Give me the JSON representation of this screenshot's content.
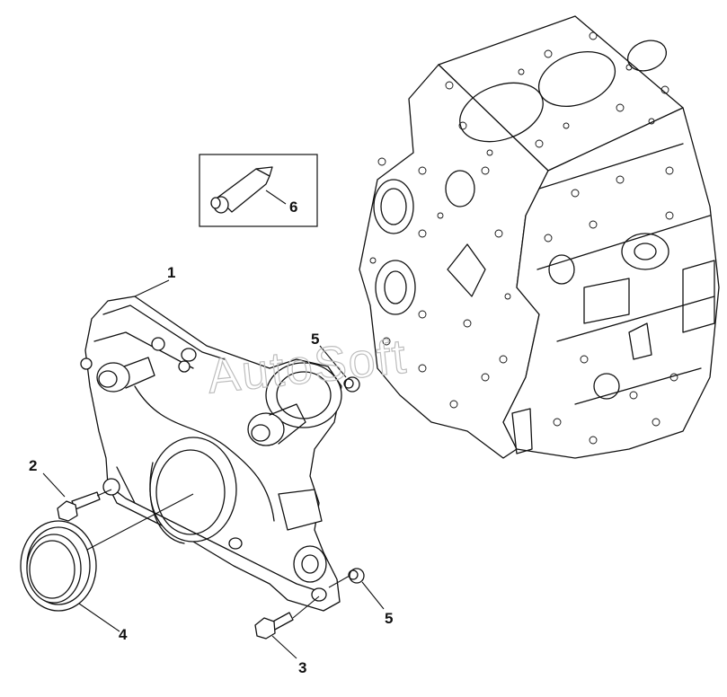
{
  "callouts": [
    {
      "id": "1",
      "label": "1"
    },
    {
      "id": "2",
      "label": "2"
    },
    {
      "id": "3",
      "label": "3"
    },
    {
      "id": "4",
      "label": "4"
    },
    {
      "id": "5a",
      "label": "5"
    },
    {
      "id": "5b",
      "label": "5"
    },
    {
      "id": "6",
      "label": "6"
    }
  ],
  "watermark": "AutoSoft"
}
